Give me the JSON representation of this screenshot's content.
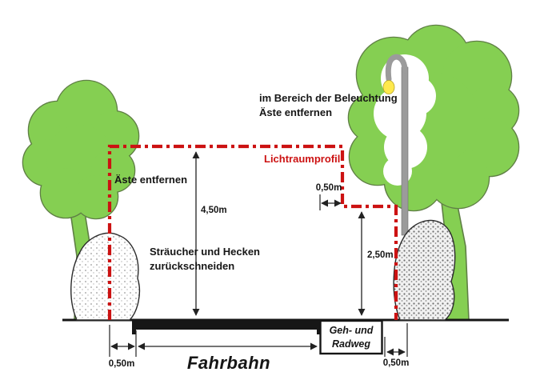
{
  "colors": {
    "tree_green": "#85cf52",
    "tree_outline": "#5f7f45",
    "profile_red": "#cc1212",
    "lamp_yellow": "#ffe94d",
    "ink_black": "#161616"
  },
  "notes": {
    "lighting_line1": "im Bereich der Beleuchtung",
    "lighting_line2": "Äste entfernen",
    "branches": "Äste entfernen",
    "shrubs_line1": "Sträucher und Hecken",
    "shrubs_line2": "zurückschneiden"
  },
  "profile": {
    "label": "Lichtraumprofil"
  },
  "dimensions": {
    "clear_height": "4,50m",
    "path_offset": "0,50m",
    "path_clear_height": "2,50m",
    "left_shoulder": "0,50m",
    "right_shoulder": "0,50m"
  },
  "road": {
    "roadway": "Fahrbahn",
    "path_line1": "Geh- und",
    "path_line2": "Radweg"
  }
}
